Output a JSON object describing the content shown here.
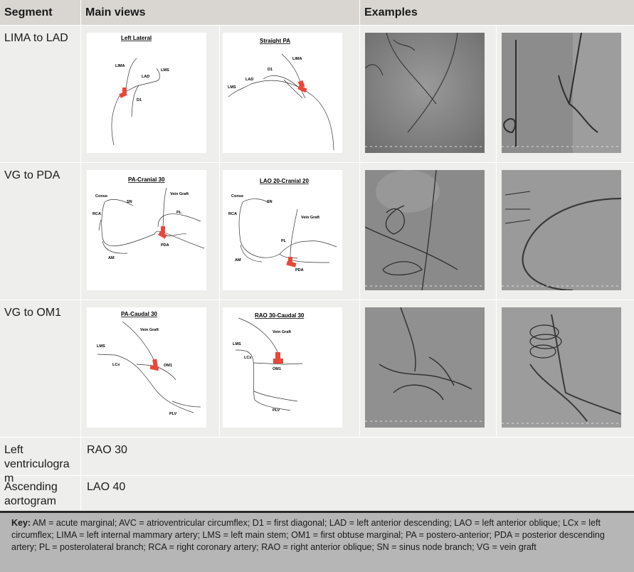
{
  "header": {
    "segment": "Segment",
    "main_views": "Main views",
    "examples": "Examples"
  },
  "rows": [
    {
      "segment": "LIMA to LAD",
      "views": [
        {
          "title": "Left Lateral",
          "labels": [
            "LIMA",
            "LAD",
            "LMS",
            "D1"
          ]
        },
        {
          "title": "Straight PA",
          "labels": [
            "LIMA",
            "D1",
            "LAD",
            "LMS"
          ]
        }
      ]
    },
    {
      "segment": "VG to PDA",
      "views": [
        {
          "title": "PA-Cranial 30",
          "labels": [
            "Conus",
            "SN",
            "RCA",
            "Vein Graft",
            "PL",
            "PDA",
            "AM"
          ]
        },
        {
          "title": "LAO 20-Cranial 20",
          "labels": [
            "Conus",
            "SN",
            "RCA",
            "Vein Graft",
            "PL",
            "AM",
            "PDA"
          ]
        }
      ]
    },
    {
      "segment": "VG to OM1",
      "views": [
        {
          "title": "PA-Caudal 30",
          "labels": [
            "Vein Graft",
            "LMS",
            "LCx",
            "OM1",
            "PLV"
          ]
        },
        {
          "title": "RAO 30-Caudal 30",
          "labels": [
            "Vein Graft",
            "LMS",
            "LCx",
            "OM1",
            "PLV"
          ]
        }
      ]
    },
    {
      "segment": "Left ventriculogram",
      "value": "RAO 30"
    },
    {
      "segment": "Ascending aortogram",
      "value": "LAO 40"
    }
  ],
  "key": {
    "label": "Key:",
    "text": "AM = acute marginal; AVC = atrioventricular circumflex; D1 = first diagonal; LAD = left anterior descending; LAO = left anterior oblique; LCx = left circumflex; LIMA = left internal mammary artery; LMS = left main stem; OM1 = first obtuse marginal; PA = postero-anterior; PDA = posterior descending artery; PL = posterolateral branch; RCA = right coronary artery; RAO = right anterior oblique; SN = sinus node branch; VG = vein graft"
  },
  "colors": {
    "header_bg": "#d9d6d1",
    "cell_bg": "#eeeeed",
    "key_bg": "#b6b6b6",
    "anastomosis": "#e8473a"
  }
}
